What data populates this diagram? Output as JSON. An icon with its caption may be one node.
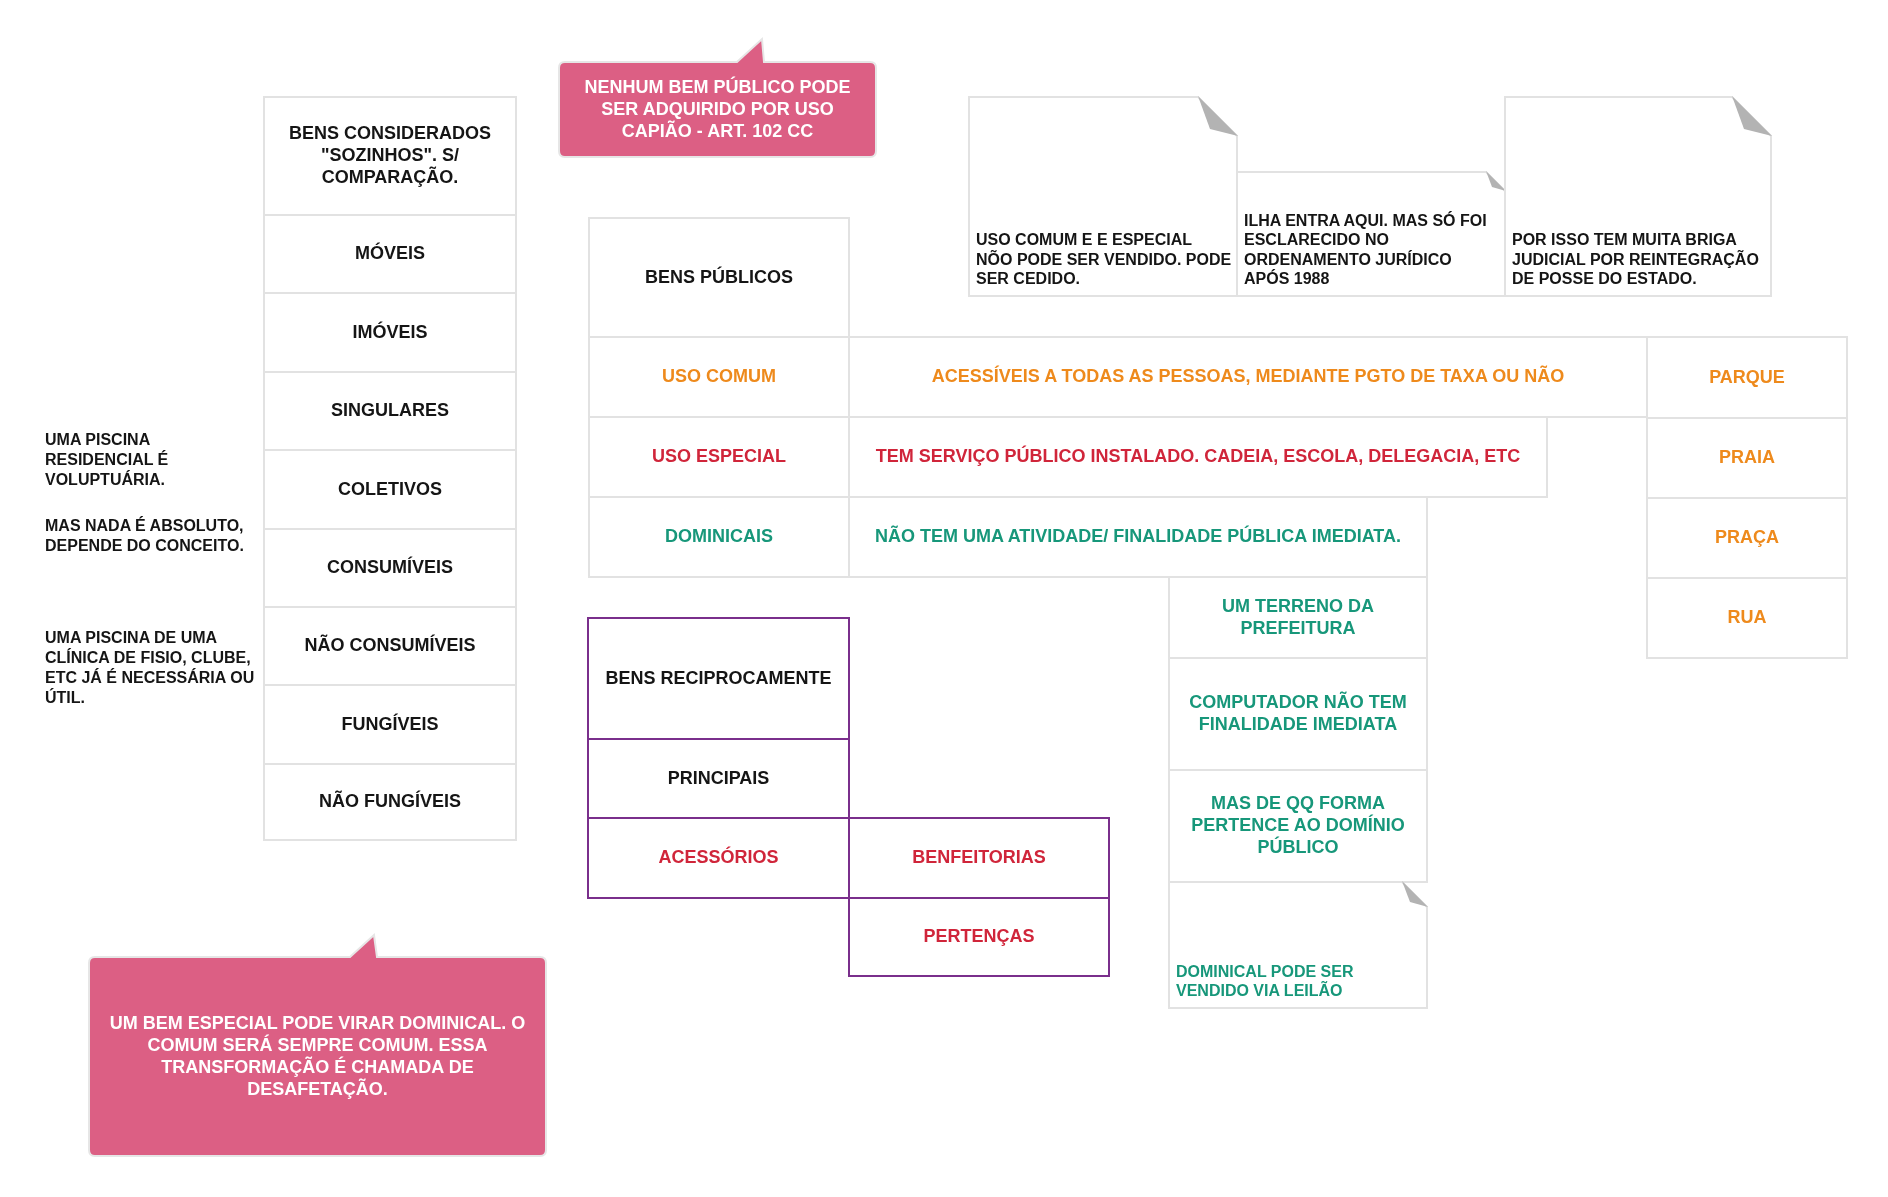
{
  "diagram": {
    "nodes": [
      {
        "text": [
          "NENHUM BEM PÚBLICO PODE SER ADQUIRIDO POR USO CAPIÃO - ART. 102 CC"
        ]
      },
      {
        "text": [
          "USO COMUM E E ESPECIAL NÕO PODE SER VENDIDO. PODE SER CEDIDO."
        ]
      },
      {
        "text": [
          "ILHA ENTRA AQUI. MAS SÓ FOI ESCLARECIDO NO ORDENAMENTO JURÍDICO APÓS 1988"
        ]
      },
      {
        "text": [
          "POR ISSO TEM MUITA BRIGA JUDICIAL POR REINTEGRAÇÃO DE POSSE DO ESTADO."
        ]
      },
      {
        "text": [
          "BENS CONSIDERADOS \"SOZINHOS\". S/ COMPARAÇÃO."
        ]
      },
      {
        "text": [
          "MÓVEIS"
        ]
      },
      {
        "text": [
          "IMÓVEIS"
        ]
      },
      {
        "text": [
          "SINGULARES"
        ]
      },
      {
        "text": [
          "COLETIVOS"
        ]
      },
      {
        "text": [
          "CONSUMÍVEIS"
        ]
      },
      {
        "text": [
          "NÃO CONSUMÍVEIS"
        ]
      },
      {
        "text": [
          "FUNGÍVEIS"
        ]
      },
      {
        "text": [
          "NÃO FUNGÍVEIS"
        ]
      },
      {
        "text": [
          "BENS PÚBLICOS"
        ]
      },
      {
        "text": [
          "USO COMUM"
        ]
      },
      {
        "text": [
          "ACESSÍVEIS A TODAS AS PESSOAS, MEDIANTE PGTO DE TAXA OU NÃO"
        ]
      },
      {
        "text": [
          "PARQUE"
        ]
      },
      {
        "text": [
          "USO ESPECIAL"
        ]
      },
      {
        "text": [
          "TEM SERVIÇO PÚBLICO INSTALADO. CADEIA, ESCOLA, DELEGACIA, ETC"
        ]
      },
      {
        "text": [
          "PRAIA"
        ]
      },
      {
        "text": [
          "DOMINICAIS"
        ]
      },
      {
        "text": [
          "NÃO TEM UMA ATIVIDADE/ FINALIDADE PÚBLICA IMEDIATA."
        ]
      },
      {
        "text": [
          "PRAÇA"
        ]
      },
      {
        "text": [
          "UM TERRENO DA PREFEITURA"
        ]
      },
      {
        "text": [
          "RUA"
        ]
      },
      {
        "text": [
          "COMPUTADOR NÃO TEM FINALIDADE IMEDIATA"
        ]
      },
      {
        "text": [
          "MAS DE QQ FORMA PERTENCE AO DOMÍNIO PÚBLICO"
        ]
      },
      {
        "text": [
          "DOMINICAL PODE SER VENDIDO VIA LEILÃO"
        ]
      },
      {
        "text": [
          "BENS RECIPROCAMENTE"
        ]
      },
      {
        "text": [
          "PRINCIPAIS"
        ]
      },
      {
        "text": [
          "ACESSÓRIOS"
        ]
      },
      {
        "text": [
          "BENFEITORIAS"
        ]
      },
      {
        "text": [
          "PERTENÇAS"
        ]
      },
      {
        "text": [
          "UM BEM ESPECIAL PODE VIRAR DOMINICAL. O COMUM SERÁ SEMPRE COMUM. ESSA TRANSFORMAÇÃO É CHAMADA DE DESAFETAÇÃO."
        ]
      }
    ],
    "labels": [
      "UMA PISCINA RESIDENCIAL É VOLUPTUÁRIA.",
      "MAS NADA É ABSOLUTO, DEPENDE DO CONCEITO.",
      "UMA PISCINA DE UMA CLÍNICA DE FISIO, CLUBE, ETC JÁ É NECESSÁRIA OU ÚTIL."
    ]
  }
}
